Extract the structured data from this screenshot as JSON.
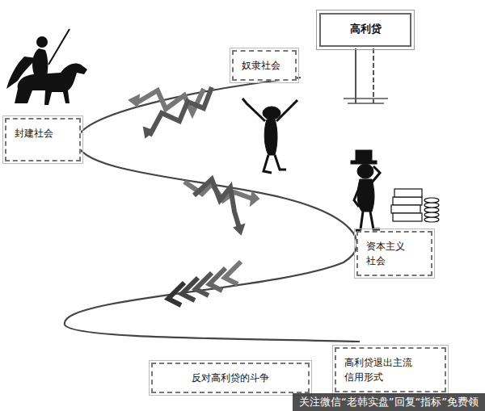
{
  "diagram": {
    "nodes": [
      {
        "text": [
          "高利贷"
        ]
      },
      {
        "text": [
          "奴隶社会"
        ]
      },
      {
        "text": [
          "封建社会"
        ]
      },
      {
        "text": [
          "资本主义社会"
        ]
      },
      {
        "text": [
          "反对高利贷的斗争"
        ]
      },
      {
        "text": [
          "高利贷退出主流信用形式"
        ]
      }
    ],
    "labels": [
      "关注微信“老韩实盘”回复“指标”免费领"
    ]
  }
}
